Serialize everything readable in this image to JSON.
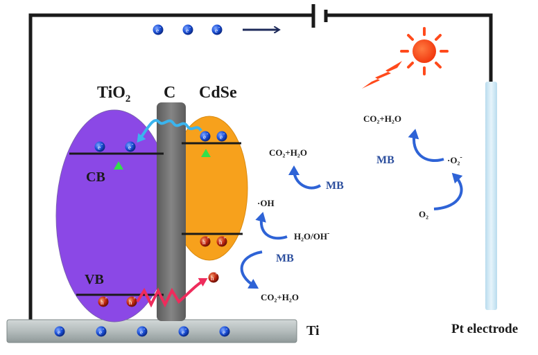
{
  "materials": {
    "tio2": {
      "base": "TiO",
      "sub": "2"
    },
    "carbon": "C",
    "cdse": "CdSe"
  },
  "bands": {
    "cb": "CB",
    "vb": "VB"
  },
  "carriers": {
    "electron": "e",
    "electron_sup": "-",
    "hole": "h",
    "hole_sup": "+"
  },
  "substrate_label": "Ti",
  "pt_label": "Pt electrode",
  "reactions": {
    "co2_h2o_1": "CO₂+H₂O",
    "mb_1": "MB",
    "oh_radical": "·OH",
    "h2o_oh": "H₂O/OH",
    "h2o_oh_sup": "-",
    "mb_2": "MB",
    "co2_h2o_2": "CO₂+H₂O",
    "co2_h2o_3": "CO₂+H₂O",
    "mb_3": "MB",
    "superoxide": "·O₂",
    "superoxide_sup": "-",
    "o2": "O₂"
  },
  "colors": {
    "tio2": "#8b48e6",
    "cdse": "#f7a11c",
    "carbon": "#6f6f6f",
    "substrate": "#b9c0c0",
    "pt": "#cfe6f2",
    "electron": "#1a4fd6",
    "hole": "#c0250f",
    "sun": "#ff4a1c",
    "arrow_blue": "#2e63d6",
    "label_blue": "#2d4f9e"
  }
}
